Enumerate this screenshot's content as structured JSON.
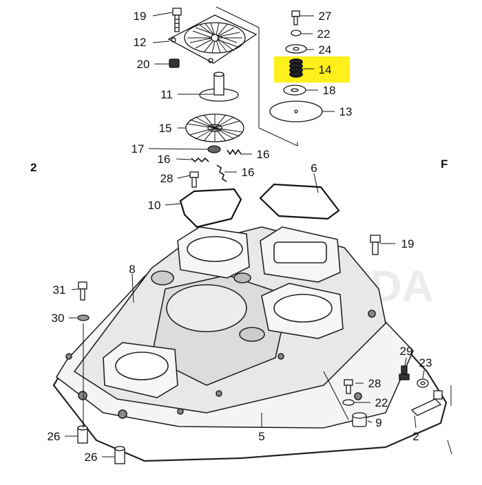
{
  "highlight_color": "#FFEF1A",
  "line_color": "#111111",
  "callouts": {
    "c19a": "19",
    "c12": "12",
    "c20": "20",
    "c11": "11",
    "c15": "15",
    "c17": "17",
    "c16a": "16",
    "c16b": "16",
    "c16c": "16",
    "c28a": "28",
    "c10": "10",
    "c27": "27",
    "c22a": "22",
    "c24": "24",
    "c14": "14",
    "c18": "18",
    "c13": "13",
    "c6": "6",
    "c19b": "19",
    "c8": "8",
    "c31": "31",
    "c30": "30",
    "c29": "29",
    "c23": "23",
    "c28b": "28",
    "c22b": "22",
    "c9": "9",
    "c5": "5",
    "c2": "2",
    "c26a": "26",
    "c26b": "26"
  },
  "edge_labels": {
    "left": "2",
    "right": "F"
  },
  "watermark": "HONDA"
}
